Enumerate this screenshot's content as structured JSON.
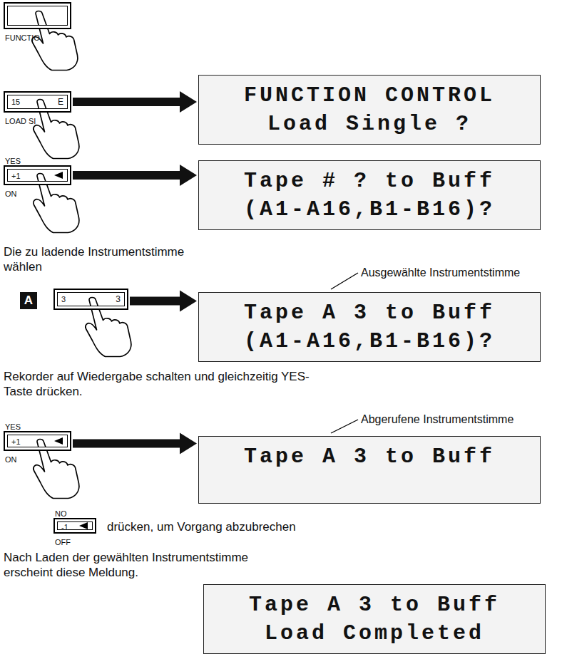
{
  "diagram": {
    "nodes": [
      {
        "text": [
          "FUNCTIO"
        ]
      },
      {
        "text": [
          "15",
          "E",
          "LOAD SI"
        ]
      },
      {
        "text": [
          "FUNCTION CONTROL",
          "Load Single ?"
        ]
      },
      {
        "text": [
          "YES",
          "+1",
          "ON"
        ]
      },
      {
        "text": [
          "Tape # ? to Buff",
          "(A1-A16,B1-B16)?"
        ]
      },
      {
        "text": [
          "A"
        ]
      },
      {
        "text": [
          "3",
          "3"
        ]
      },
      {
        "text": [
          "Tape A 3 to Buff",
          "(A1-A16,B1-B16)?"
        ]
      },
      {
        "text": [
          "YES",
          "+1",
          "ON"
        ]
      },
      {
        "text": [
          "Tape A 3 to Buff"
        ]
      },
      {
        "text": [
          "NO",
          "-1",
          "OFF"
        ]
      },
      {
        "text": [
          "Tape A 3 to Buff",
          "Load Completed"
        ]
      }
    ],
    "edges": [
      {
        "from": 1,
        "to": 2,
        "arrow": "to"
      },
      {
        "from": 3,
        "to": 4,
        "arrow": "to"
      },
      {
        "from": 6,
        "to": 7,
        "arrow": "to"
      },
      {
        "from": 8,
        "to": 9,
        "arrow": "to"
      }
    ],
    "labels": [
      "Die zu ladende Instrumentstimme wählen",
      "Ausgewählte Instrumentstimme",
      "Rekorder auf Wiedergabe schalten und gleichzeitig YES-Taste drücken.",
      "Abgerufene Instrumentstimme",
      "drücken, um Vorgang abzubrechen",
      "Nach Laden der gewählten Instrumentstimme erscheint diese Meldung."
    ]
  }
}
